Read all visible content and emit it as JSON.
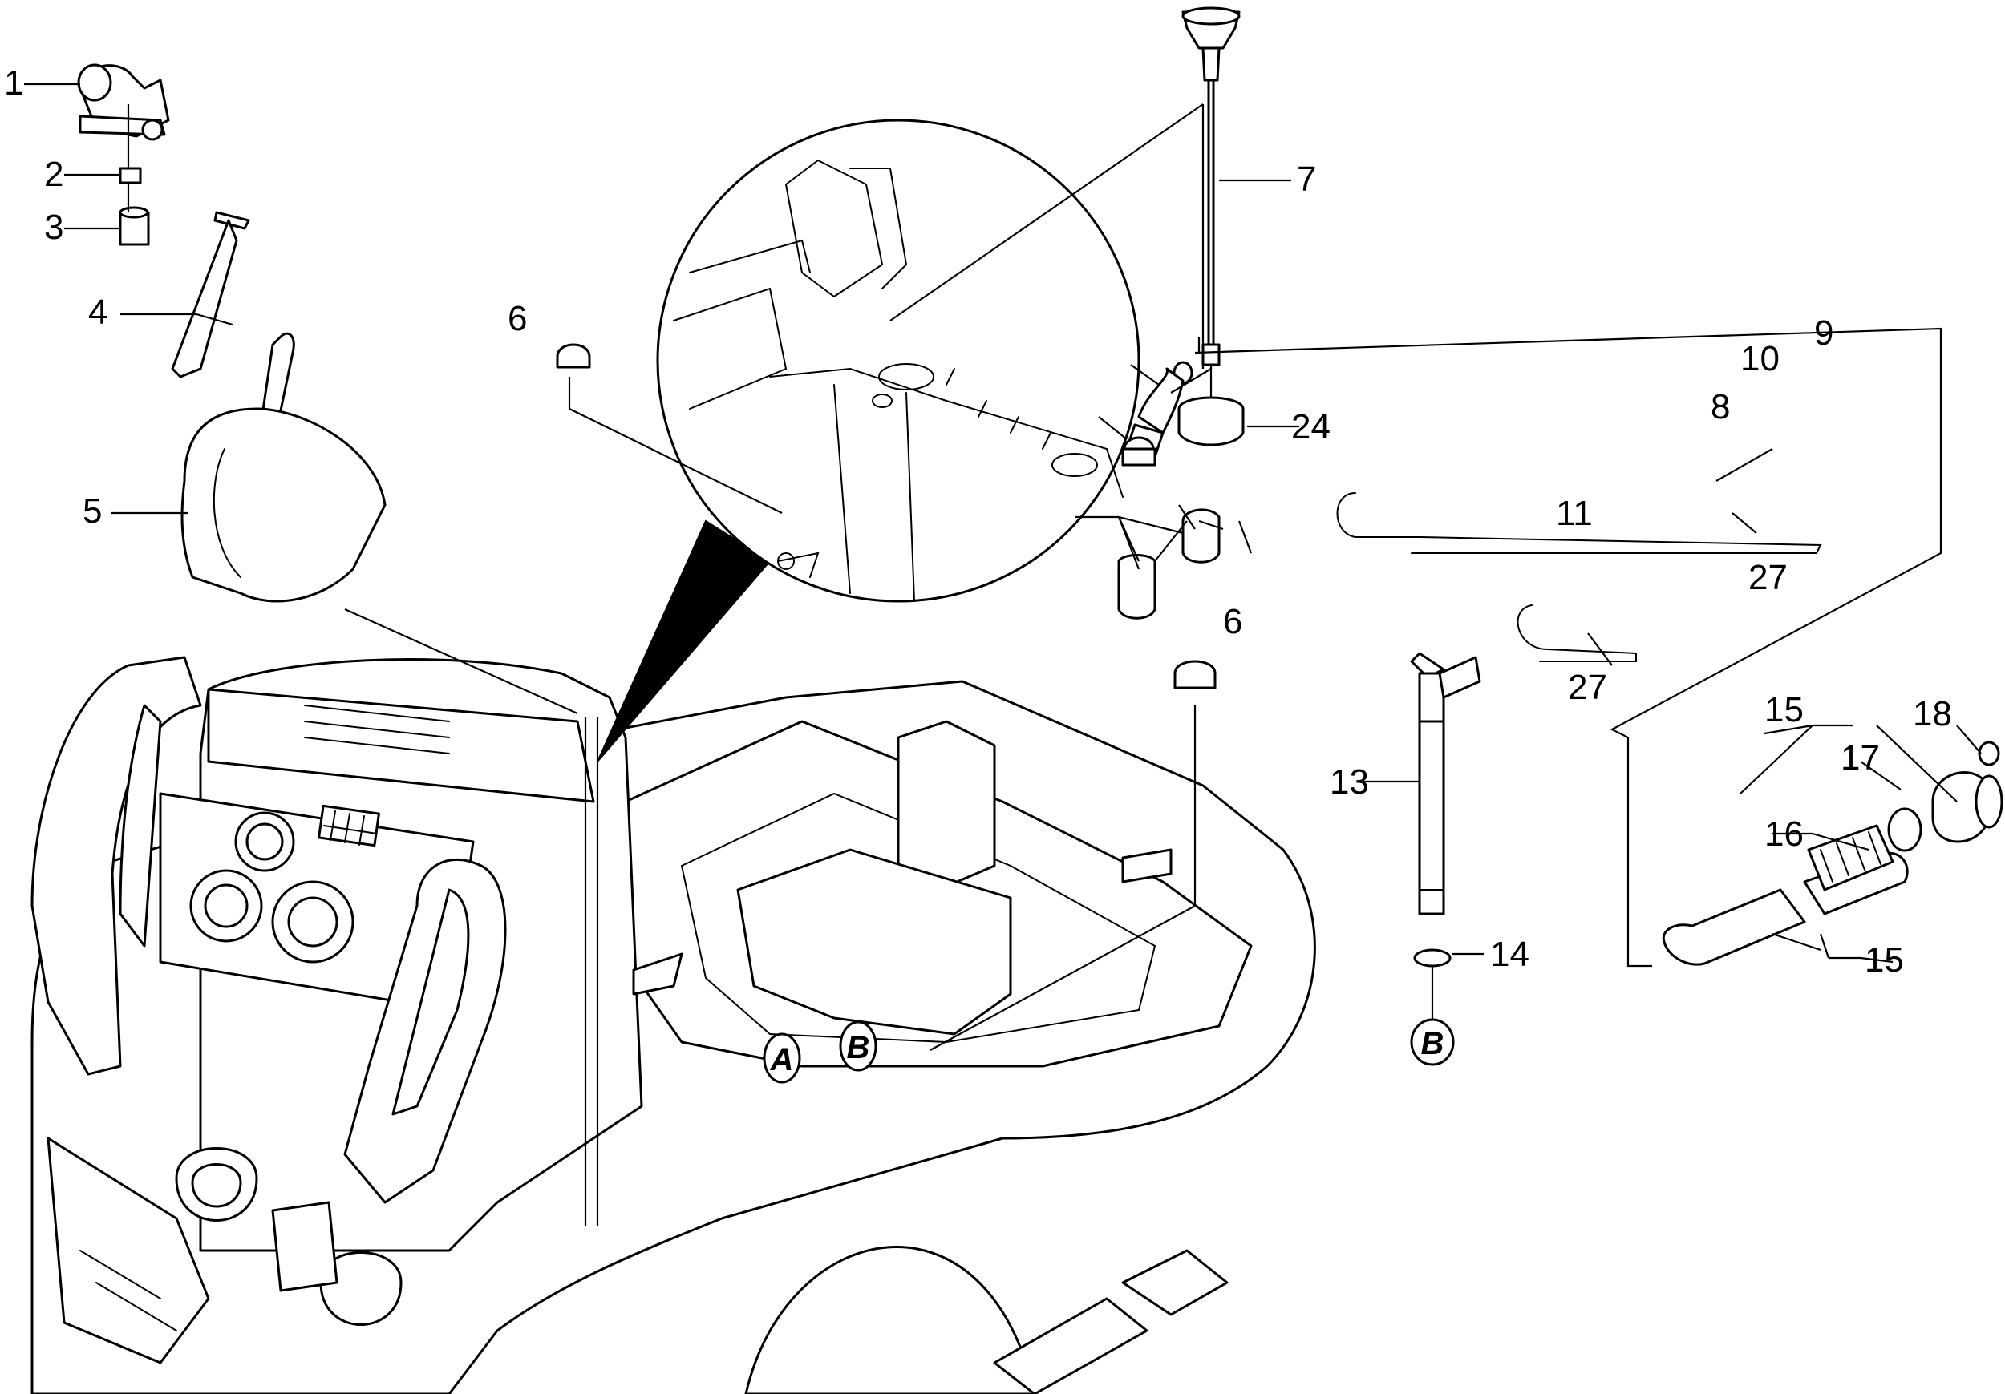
{
  "labels": {
    "l1": "1",
    "l2": "2",
    "l3": "3",
    "l4": "4",
    "l5": "5",
    "l6a": "6",
    "l6b": "6",
    "l7": "7",
    "l8": "8",
    "l9": "9",
    "l10": "10",
    "l11": "11",
    "l13": "13",
    "l14": "14",
    "l15a": "15",
    "l15b": "15",
    "l16": "16",
    "l17": "17",
    "l18": "18",
    "l24": "24",
    "l27a": "27",
    "l27b": "27"
  },
  "markers": {
    "a": "A",
    "b1": "B",
    "b2": "B"
  },
  "colors": {
    "line": "#000000",
    "fill": "#ffffff",
    "detail_callout": "#000000"
  }
}
